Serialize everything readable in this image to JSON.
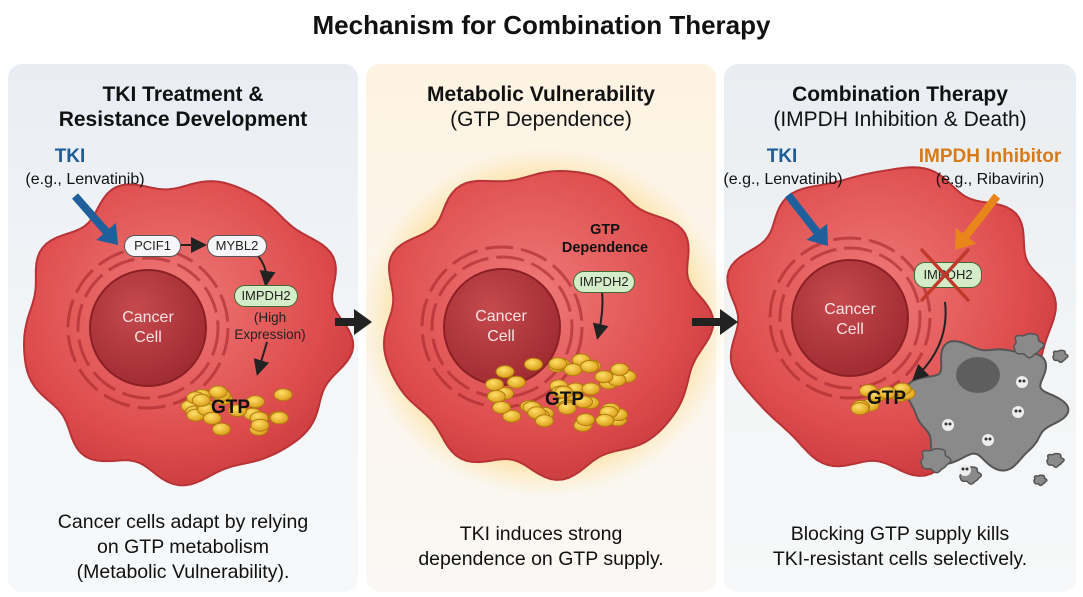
{
  "title": "Mechanism for Combination Therapy",
  "panels": [
    {
      "title_line1": "TKI Treatment &",
      "title_line2": "Resistance Development",
      "drug": "TKI",
      "drug_example": "(e.g., Lenvatinib)",
      "nodes": {
        "pcif1": "PCIF1",
        "mybl2": "MYBL2",
        "impdh2": "IMPDH2"
      },
      "impdh2_note_1": "(High",
      "impdh2_note_2": "Expression)",
      "cell_label_1": "Cancer",
      "cell_label_2": "Cell",
      "gtp": "GTP",
      "caption": [
        "Cancer cells adapt by relying",
        "on GTP metabolism",
        "(Metabolic Vulnerability)."
      ]
    },
    {
      "title_line1": "Metabolic Vulnerability",
      "title_line2": "(GTP Dependence)",
      "dependence_1": "GTP",
      "dependence_2": "Dependence",
      "impdh2": "IMPDH2",
      "cell_label_1": "Cancer",
      "cell_label_2": "Cell",
      "gtp": "GTP",
      "caption": [
        "TKI induces strong",
        "dependence on GTP supply."
      ]
    },
    {
      "title_line1": "Combination Therapy",
      "title_line2": "(IMPDH Inhibition & Death)",
      "drug": "TKI",
      "drug_example": "(e.g., Lenvatinib)",
      "inhibitor": "IMPDH Inhibitor",
      "inhibitor_example": "(e.g., Ribavirin)",
      "impdh2": "IMPDH2",
      "cell_label_1": "Cancer",
      "cell_label_2": "Cell",
      "gtp": "GTP",
      "caption": [
        "Blocking GTP supply kills",
        "TKI-resistant cells selectively."
      ]
    }
  ],
  "colors": {
    "tki_arrow": "#1f5f9c",
    "inhibitor_arrow": "#e8861c",
    "cell": "#d9474a",
    "nucleus": "#b3353a",
    "gtp_granule": "#f0b820",
    "dead_cell": "#8a8a8a",
    "inhibition_cross": "#c0392b"
  }
}
